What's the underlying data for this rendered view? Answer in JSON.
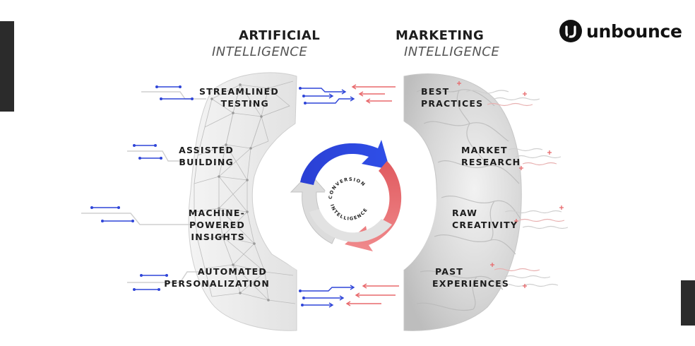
{
  "logo": {
    "text": "unbounce",
    "icon": "unbounce-logo-icon"
  },
  "left_heading": {
    "line1": "ARTIFICIAL",
    "line2": "INTELLIGENCE"
  },
  "right_heading": {
    "line1": "MARKETING",
    "line2": "INTELLIGENCE"
  },
  "left_items": [
    {
      "line1": "STREAMLINED",
      "line2": "TESTING"
    },
    {
      "line1": "ASSISTED",
      "line2": "BUILDING"
    },
    {
      "line1": "MACHINE-POWERED",
      "line2": "INSIGHTS"
    },
    {
      "line1": "AUTOMATED",
      "line2": "PERSONALIZATION"
    }
  ],
  "right_items": [
    {
      "line1": "BEST",
      "line2": "PRACTICES"
    },
    {
      "line1": "MARKET",
      "line2": "RESEARCH"
    },
    {
      "line1": "RAW",
      "line2": "CREATIVITY"
    },
    {
      "line1": "PAST",
      "line2": "EXPERIENCES"
    }
  ],
  "center": {
    "line1": "CONVERSION",
    "line2": "INTELLIGENCE"
  },
  "colors": {
    "blue": "#2f45d8",
    "red": "#e8686b",
    "grey": "#d9d9d9",
    "dark": "#2b2b2b"
  }
}
